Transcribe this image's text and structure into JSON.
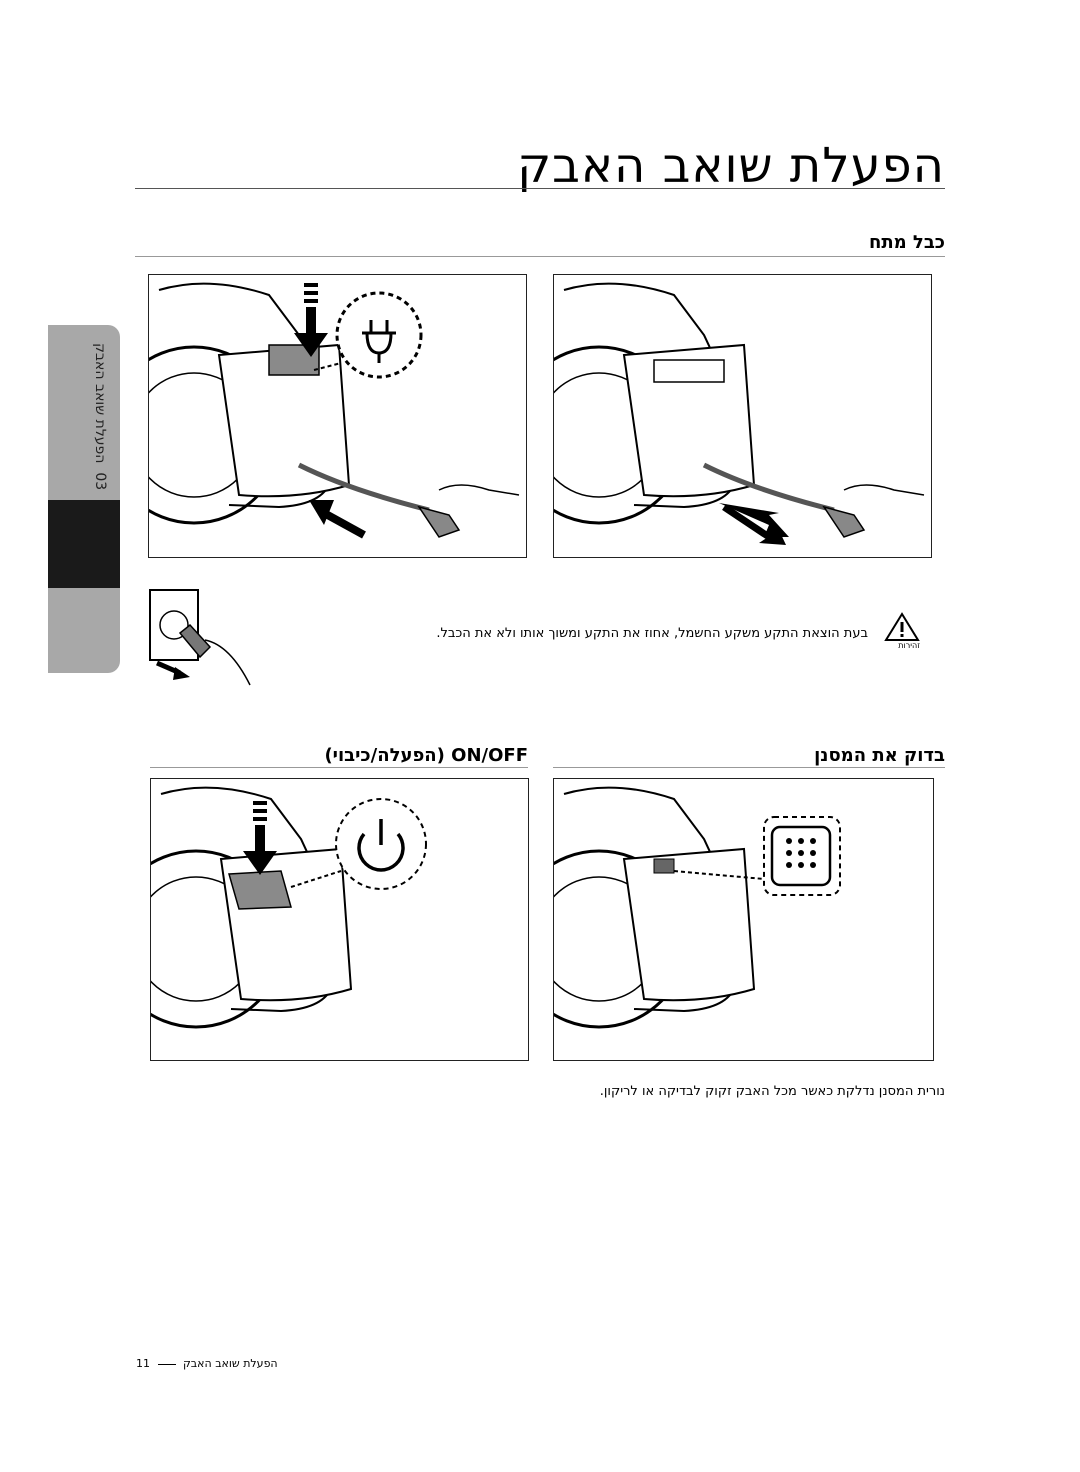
{
  "page": {
    "title": "הפעלת שואב האבק",
    "side_tab": {
      "number": "03",
      "label": "הפעלת שואב האבק"
    }
  },
  "sections": {
    "power_cord": {
      "heading": "כבל מתח"
    },
    "warning": {
      "icon": "warning-triangle-icon",
      "icon_caption": "זהירות",
      "text": "בעת הוצאת התקע משקע החשמל, אחוז את התקע ומשוך אותו ולא את הכבל."
    },
    "filter_indicator": {
      "heading": "בדוק את המסנן",
      "caption": "נורית המסנן נדלקת כאשר מכל האבק זקוק לבדיקה או לריקון."
    },
    "on_off": {
      "heading": "ON/OFF (הפעלה/כיבוי)"
    }
  },
  "footer": {
    "page_number": "11",
    "label": "הפעלת שואב האבק"
  }
}
